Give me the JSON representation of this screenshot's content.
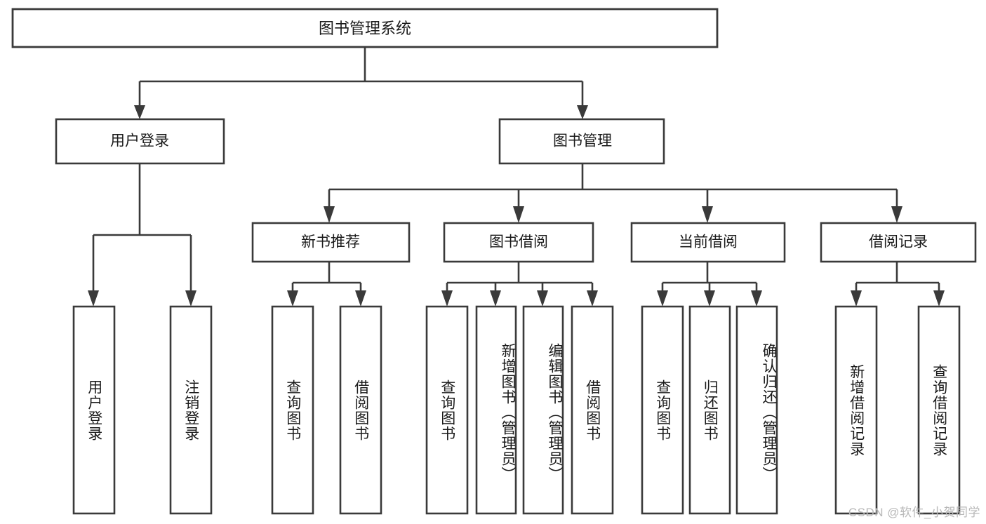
{
  "diagram": {
    "type": "tree-hierarchy",
    "title": "图书管理系统",
    "background_color": "#ffffff",
    "line_color": "#3a3a3a",
    "text_color": "#1a1a1a",
    "levels": 4,
    "root": {
      "label": "图书管理系统",
      "id": "root"
    },
    "level2": [
      {
        "id": "user-login",
        "label": "用户登录"
      },
      {
        "id": "book-management",
        "label": "图书管理"
      }
    ],
    "level3": [
      {
        "id": "new-book-recommend",
        "label": "新书推荐",
        "parent": "book-management"
      },
      {
        "id": "book-borrow",
        "label": "图书借阅",
        "parent": "book-management"
      },
      {
        "id": "current-borrow",
        "label": "当前借阅",
        "parent": "book-management"
      },
      {
        "id": "borrow-record",
        "label": "借阅记录",
        "parent": "book-management"
      }
    ],
    "leaves": [
      {
        "id": "leaf-user-login",
        "label": "用户登录",
        "parent": "user-login"
      },
      {
        "id": "leaf-logout",
        "label": "注销登录",
        "parent": "user-login"
      },
      {
        "id": "leaf-query-book-1",
        "label": "查询图书",
        "parent": "new-book-recommend"
      },
      {
        "id": "leaf-borrow-book-1",
        "label": "借阅图书",
        "parent": "new-book-recommend"
      },
      {
        "id": "leaf-query-book-2",
        "label": "查询图书",
        "parent": "book-borrow"
      },
      {
        "id": "leaf-add-book",
        "label": "新增图书（管理员）",
        "parent": "book-borrow"
      },
      {
        "id": "leaf-edit-book",
        "label": "编辑图书（管理员）",
        "parent": "book-borrow"
      },
      {
        "id": "leaf-borrow-book-2",
        "label": "借阅图书",
        "parent": "book-borrow"
      },
      {
        "id": "leaf-query-book-3",
        "label": "查询图书",
        "parent": "current-borrow"
      },
      {
        "id": "leaf-return-book",
        "label": "归还图书",
        "parent": "current-borrow"
      },
      {
        "id": "leaf-confirm-return",
        "label": "确认归还（管理员）",
        "parent": "current-borrow"
      },
      {
        "id": "leaf-add-record",
        "label": "新增借阅记录",
        "parent": "borrow-record"
      },
      {
        "id": "leaf-query-record",
        "label": "查询借阅记录",
        "parent": "borrow-record"
      }
    ]
  },
  "watermark": {
    "text": "CSDN @软件_小贺同学"
  }
}
